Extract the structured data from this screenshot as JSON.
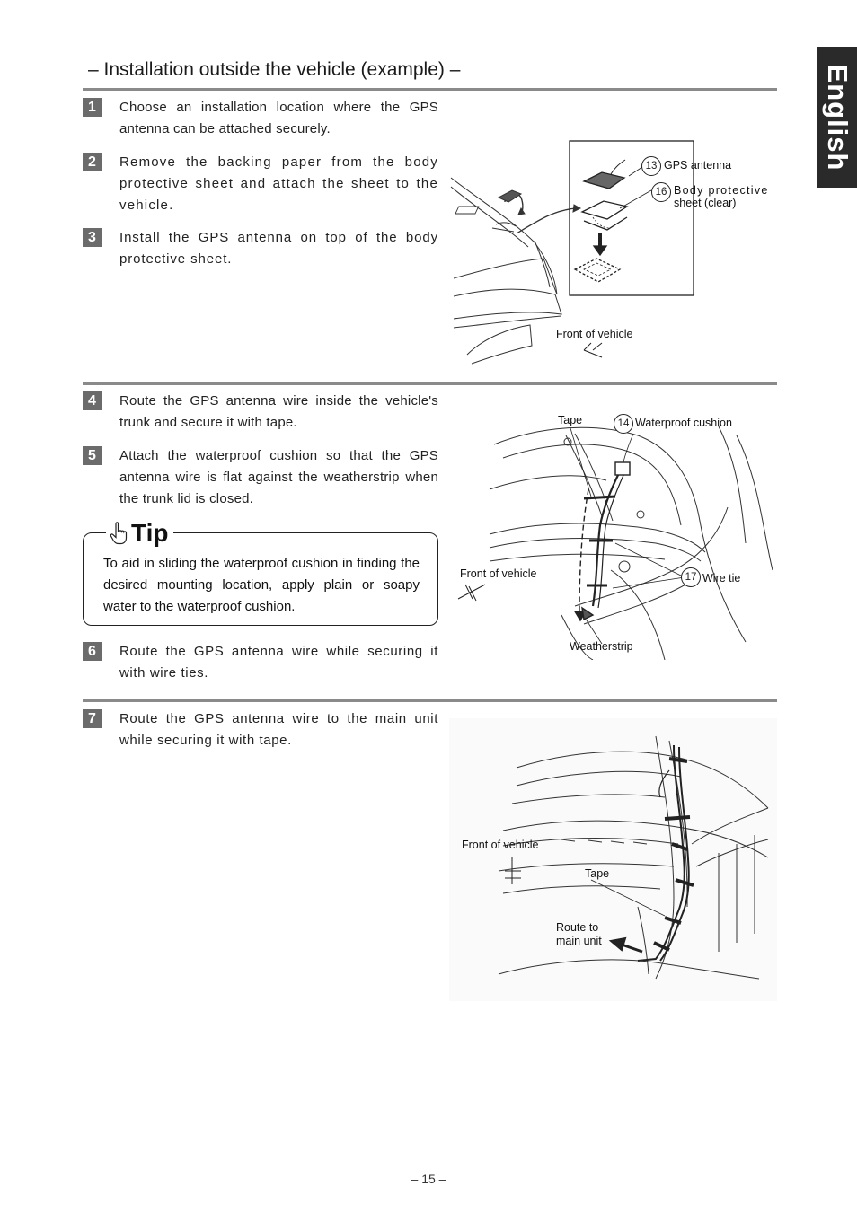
{
  "page": {
    "title": "– Installation outside the vehicle (example) –",
    "language_tab": "English",
    "page_number": "– 15 –"
  },
  "steps": [
    {
      "num": "1",
      "text": "Choose an installation location where the GPS antenna can be attached securely."
    },
    {
      "num": "2",
      "text": "Remove the backing paper from the body protective sheet and attach the sheet to the vehicle."
    },
    {
      "num": "3",
      "text": "Install the GPS antenna on top of the body protective sheet."
    },
    {
      "num": "4",
      "text": "Route the GPS antenna wire inside the vehicle's trunk and secure it with tape."
    },
    {
      "num": "5",
      "text": "Attach the waterproof cushion so that the GPS antenna wire is flat against the weatherstrip when the trunk lid is closed."
    },
    {
      "num": "6",
      "text": "Route the GPS antenna wire while securing it with wire ties."
    },
    {
      "num": "7",
      "text": "Route the GPS antenna wire to the main unit while securing it with tape."
    }
  ],
  "tip": {
    "heading": "Tip",
    "text": "To aid in sliding the waterproof cushion in finding the desired mounting location, apply plain or soapy water to the waterproof cushion."
  },
  "figure1": {
    "item13_num": "13",
    "item13_label": "GPS antenna",
    "item16_num": "16",
    "item16_label_1": "Body protective",
    "item16_label_2": "sheet (clear)",
    "front_label": "Front of vehicle"
  },
  "figure2": {
    "tape_label": "Tape",
    "item14_num": "14",
    "item14_label": "Waterproof cushion",
    "front_label": "Front of vehicle",
    "item17_num": "17",
    "item17_label": "Wire tie",
    "weatherstrip_label": "Weatherstrip"
  },
  "figure3": {
    "front_label": "Front of vehicle",
    "tape_label": "Tape",
    "route_label_1": "Route to",
    "route_label_2": "main unit"
  }
}
